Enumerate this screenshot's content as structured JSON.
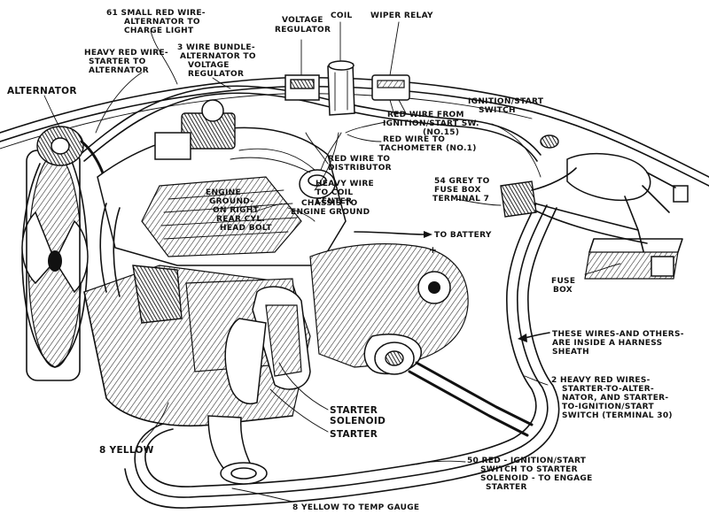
{
  "labels": {
    "small_red_wire": [
      "61 SMALL RED WIRE-",
      "ALTERNATOR TO",
      "CHARGE LIGHT"
    ],
    "heavy_red_wire": [
      "HEAVY RED WIRE-",
      "STARTER TO",
      "ALTERNATOR"
    ],
    "three_wire_bundle": [
      "3 WIRE BUNDLE-",
      "ALTERNATOR TO",
      "VOLTAGE",
      "REGULATOR"
    ],
    "voltage_regulator": [
      "VOLTAGE",
      "REGULATOR"
    ],
    "coil": [
      "COIL"
    ],
    "wiper_relay": [
      "WIPER RELAY"
    ],
    "alternator": [
      "ALTERNATOR"
    ],
    "ignition_start_switch": [
      "IGNITION/START",
      "SWITCH"
    ],
    "red_wire_ign_switch": [
      "RED WIRE FROM",
      "IGNITION/START SW.",
      "(NO.15)"
    ],
    "red_wire_tach": [
      "RED WIRE TO",
      "TACHOMETER (NO.1)"
    ],
    "red_wire_distributor": [
      "RED WIRE TO",
      "DISTRIBUTOR"
    ],
    "heavy_wire_coil": [
      "HEAVY WIRE",
      "TO COIL",
      "CENTER"
    ],
    "grey_wire_fuse": [
      "54 GREY TO",
      "FUSE BOX",
      "TERMINAL 7"
    ],
    "engine_ground": [
      "ENGINE",
      "GROUND-",
      "ON RIGHT",
      "REAR CYL.",
      "HEAD BOLT"
    ],
    "chassis_ground": [
      "CHASSIS TO",
      "ENGINE GROUND"
    ],
    "to_battery": [
      "TO BATTERY"
    ],
    "battery_plus": "+",
    "fuse_box": [
      "FUSE",
      "BOX"
    ],
    "harness_sheath": [
      "THESE WIRES-AND OTHERS-",
      "ARE INSIDE A HARNESS",
      "SHEATH"
    ],
    "heavy_red_wires_2": [
      "2 HEAVY RED WIRES-",
      "STARTER-TO-ALTER-",
      "NATOR, AND STARTER-",
      "TO-IGNITION/START",
      "SWITCH (TERMINAL 30)"
    ],
    "starter_solenoid": [
      "STARTER",
      "SOLENOID"
    ],
    "starter": [
      "STARTER"
    ],
    "eight_yellow": [
      "8 YELLOW"
    ],
    "fifty_red": [
      "50 RED - IGNITION/START",
      "SWITCH TO STARTER",
      "SOLENOID - TO ENGAGE",
      "STARTER"
    ],
    "eight_yellow_temp": [
      "8 YELLOW TO TEMP GAUGE"
    ]
  }
}
